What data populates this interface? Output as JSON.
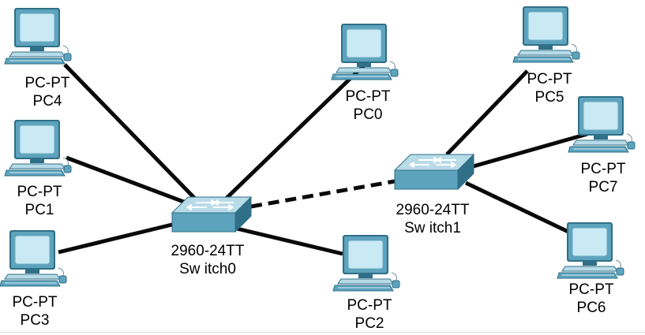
{
  "diagram": {
    "title": "",
    "colors": {
      "link": "#0a0a0a",
      "device_light": "#b8dbe8",
      "device_mid": "#5da3bd",
      "device_dark": "#2f6f87",
      "screen": "#c9e9f4"
    },
    "devices": [
      {
        "id": "pc4",
        "kind": "pc",
        "icon": "desktop-pc-icon",
        "model": "PC-PT",
        "name": "PC4"
      },
      {
        "id": "pc1",
        "kind": "pc",
        "icon": "desktop-pc-icon",
        "model": "PC-PT",
        "name": "PC1"
      },
      {
        "id": "pc3",
        "kind": "pc",
        "icon": "desktop-pc-icon",
        "model": "PC-PT",
        "name": "PC3"
      },
      {
        "id": "pc0",
        "kind": "pc",
        "icon": "desktop-pc-icon",
        "model": "PC-PT",
        "name": "PC0"
      },
      {
        "id": "pc2",
        "kind": "pc",
        "icon": "desktop-pc-icon",
        "model": "PC-PT",
        "name": "PC2"
      },
      {
        "id": "pc5",
        "kind": "pc",
        "icon": "desktop-pc-icon",
        "model": "PC-PT",
        "name": "PC5"
      },
      {
        "id": "pc7",
        "kind": "pc",
        "icon": "desktop-pc-icon",
        "model": "PC-PT",
        "name": "PC7"
      },
      {
        "id": "pc6",
        "kind": "pc",
        "icon": "desktop-pc-icon",
        "model": "PC-PT",
        "name": "PC6"
      },
      {
        "id": "switch0",
        "kind": "switch",
        "icon": "network-switch-icon",
        "model": "2960-24TT",
        "name": "Sw itch0"
      },
      {
        "id": "switch1",
        "kind": "switch",
        "icon": "network-switch-icon",
        "model": "2960-24TT",
        "name": "Sw itch1"
      }
    ],
    "links": [
      {
        "from": "pc4",
        "to": "switch0",
        "style": "solid"
      },
      {
        "from": "pc1",
        "to": "switch0",
        "style": "solid"
      },
      {
        "from": "pc3",
        "to": "switch0",
        "style": "solid"
      },
      {
        "from": "pc0",
        "to": "switch0",
        "style": "solid"
      },
      {
        "from": "pc2",
        "to": "switch0",
        "style": "solid"
      },
      {
        "from": "switch0",
        "to": "switch1",
        "style": "dashed"
      },
      {
        "from": "pc5",
        "to": "switch1",
        "style": "solid"
      },
      {
        "from": "pc7",
        "to": "switch1",
        "style": "solid"
      },
      {
        "from": "pc6",
        "to": "switch1",
        "style": "solid"
      }
    ]
  }
}
